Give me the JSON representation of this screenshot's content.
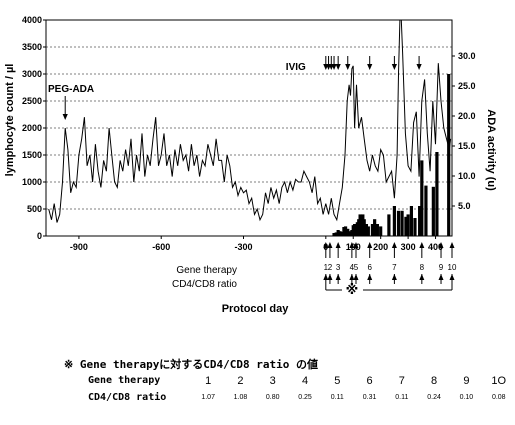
{
  "chart_data": {
    "type": "line",
    "xlabel": "Protocol day",
    "ylabel": "lymphocyte count / µl",
    "y2label": "ADA activity (u)",
    "xlim": [
      -1020,
      460
    ],
    "ylim": [
      0,
      4000
    ],
    "y2lim": [
      0,
      36
    ],
    "x_ticks": [
      -900,
      -600,
      -300,
      0,
      100,
      200,
      300,
      400
    ],
    "y_ticks": [
      0,
      500,
      1000,
      1500,
      2000,
      2500,
      3000,
      3500,
      4000
    ],
    "y2_ticks": [
      5.0,
      10.0,
      15.0,
      20.0,
      25.0,
      30.0
    ],
    "y2_ticks_text": [
      "5.0",
      "10.0",
      "15.0",
      "20.0",
      "25.0",
      "30.0"
    ],
    "grid": "horizontal",
    "series": [
      {
        "name": "lymphocyte count",
        "style": "line",
        "points": [
          [
            -1010,
            500
          ],
          [
            -1000,
            300
          ],
          [
            -990,
            600
          ],
          [
            -980,
            250
          ],
          [
            -970,
            400
          ],
          [
            -960,
            1000
          ],
          [
            -950,
            2000
          ],
          [
            -940,
            1600
          ],
          [
            -930,
            800
          ],
          [
            -920,
            1000
          ],
          [
            -910,
            900
          ],
          [
            -900,
            1500
          ],
          [
            -890,
            1800
          ],
          [
            -880,
            2200
          ],
          [
            -870,
            1300
          ],
          [
            -860,
            1500
          ],
          [
            -850,
            1000
          ],
          [
            -840,
            1700
          ],
          [
            -830,
            1200
          ],
          [
            -820,
            900
          ],
          [
            -810,
            1400
          ],
          [
            -800,
            1200
          ],
          [
            -790,
            2000
          ],
          [
            -780,
            1500
          ],
          [
            -770,
            1000
          ],
          [
            -760,
            900
          ],
          [
            -750,
            1400
          ],
          [
            -740,
            1200
          ],
          [
            -730,
            1600
          ],
          [
            -720,
            1300
          ],
          [
            -710,
            1800
          ],
          [
            -700,
            1000
          ],
          [
            -690,
            1500
          ],
          [
            -680,
            1200
          ],
          [
            -670,
            1900
          ],
          [
            -660,
            1100
          ],
          [
            -650,
            1500
          ],
          [
            -640,
            1300
          ],
          [
            -630,
            1800
          ],
          [
            -620,
            2200
          ],
          [
            -610,
            1300
          ],
          [
            -600,
            1500
          ],
          [
            -590,
            1900
          ],
          [
            -580,
            1300
          ],
          [
            -570,
            1500
          ],
          [
            -560,
            1100
          ],
          [
            -550,
            1600
          ],
          [
            -540,
            1300
          ],
          [
            -530,
            1700
          ],
          [
            -520,
            1400
          ],
          [
            -510,
            1500
          ],
          [
            -500,
            1200
          ],
          [
            -490,
            1700
          ],
          [
            -480,
            1300
          ],
          [
            -470,
            1500
          ],
          [
            -460,
            1100
          ],
          [
            -450,
            1400
          ],
          [
            -440,
            1300
          ],
          [
            -430,
            1700
          ],
          [
            -420,
            1500
          ],
          [
            -410,
            1300
          ],
          [
            -400,
            1800
          ],
          [
            -390,
            1400
          ],
          [
            -380,
            1400
          ],
          [
            -370,
            1000
          ],
          [
            -360,
            1500
          ],
          [
            -350,
            1300
          ],
          [
            -340,
            900
          ],
          [
            -330,
            1000
          ],
          [
            -320,
            750
          ],
          [
            -310,
            900
          ],
          [
            -300,
            800
          ],
          [
            -290,
            850
          ],
          [
            -280,
            600
          ],
          [
            -270,
            700
          ],
          [
            -260,
            400
          ],
          [
            -250,
            500
          ],
          [
            -240,
            300
          ],
          [
            -230,
            400
          ],
          [
            -220,
            800
          ],
          [
            -210,
            600
          ],
          [
            -200,
            900
          ],
          [
            -190,
            700
          ],
          [
            -180,
            850
          ],
          [
            -170,
            600
          ],
          [
            -160,
            900
          ],
          [
            -150,
            1000
          ],
          [
            -140,
            800
          ],
          [
            -130,
            1000
          ],
          [
            -120,
            850
          ],
          [
            -110,
            1050
          ],
          [
            -100,
            1000
          ],
          [
            -90,
            1000
          ],
          [
            -80,
            1200
          ],
          [
            -70,
            1100
          ],
          [
            -60,
            1000
          ],
          [
            -50,
            800
          ],
          [
            -40,
            1100
          ],
          [
            -30,
            600
          ],
          [
            -20,
            700
          ],
          [
            -10,
            400
          ],
          [
            0,
            600
          ],
          [
            10,
            400
          ],
          [
            20,
            700
          ],
          [
            30,
            400
          ],
          [
            40,
            300
          ],
          [
            50,
            600
          ],
          [
            60,
            900
          ],
          [
            70,
            1500
          ],
          [
            78,
            2500
          ],
          [
            85,
            2800
          ],
          [
            90,
            2600
          ],
          [
            95,
            3100
          ],
          [
            100,
            3150
          ],
          [
            105,
            2000
          ],
          [
            112,
            2800
          ],
          [
            120,
            2000
          ],
          [
            130,
            2200
          ],
          [
            140,
            1800
          ],
          [
            150,
            1400
          ],
          [
            160,
            1200
          ],
          [
            170,
            1500
          ],
          [
            180,
            1300
          ],
          [
            190,
            1200
          ],
          [
            200,
            1600
          ],
          [
            210,
            1500
          ],
          [
            220,
            1000
          ],
          [
            230,
            1100
          ],
          [
            240,
            1200
          ],
          [
            250,
            700
          ],
          [
            260,
            1500
          ],
          [
            265,
            3000
          ],
          [
            270,
            4000
          ],
          [
            275,
            4000
          ],
          [
            280,
            3400
          ],
          [
            290,
            1900
          ],
          [
            300,
            1300
          ],
          [
            310,
            1200
          ],
          [
            320,
            2100
          ],
          [
            330,
            2300
          ],
          [
            340,
            1100
          ],
          [
            350,
            2500
          ],
          [
            360,
            2900
          ],
          [
            370,
            1900
          ],
          [
            380,
            1200
          ],
          [
            390,
            2500
          ],
          [
            400,
            1700
          ],
          [
            410,
            3200
          ],
          [
            420,
            2500
          ],
          [
            430,
            2000
          ],
          [
            440,
            1800
          ],
          [
            450,
            1600
          ],
          [
            455,
            1800
          ]
        ]
      },
      {
        "name": "ADA activity",
        "style": "bar",
        "axis": "y2",
        "points": [
          [
            30,
            0.5
          ],
          [
            38,
            0.6
          ],
          [
            45,
            1.0
          ],
          [
            52,
            0.8
          ],
          [
            60,
            0.7
          ],
          [
            66,
            1.5
          ],
          [
            72,
            1.6
          ],
          [
            80,
            1.2
          ],
          [
            88,
            0.8
          ],
          [
            95,
            1.0
          ],
          [
            100,
            1.8
          ],
          [
            105,
            2.0
          ],
          [
            110,
            2.0
          ],
          [
            115,
            2.3
          ],
          [
            120,
            2.8
          ],
          [
            125,
            3.6
          ],
          [
            130,
            3.2
          ],
          [
            135,
            3.6
          ],
          [
            140,
            2.8
          ],
          [
            148,
            2.0
          ],
          [
            155,
            1.6
          ],
          [
            170,
            2.0
          ],
          [
            178,
            2.8
          ],
          [
            188,
            2.0
          ],
          [
            200,
            1.6
          ],
          [
            230,
            3.6
          ],
          [
            250,
            5.0
          ],
          [
            265,
            4.2
          ],
          [
            278,
            4.2
          ],
          [
            292,
            3.2
          ],
          [
            300,
            3.6
          ],
          [
            312,
            5.0
          ],
          [
            325,
            3.0
          ],
          [
            342,
            5.0
          ],
          [
            350,
            12.6
          ],
          [
            365,
            8.4
          ],
          [
            392,
            8.2
          ],
          [
            405,
            14.0
          ],
          [
            448,
            27.0
          ]
        ]
      }
    ],
    "annotations": {
      "peg_ada": {
        "label": "PEG-ADA",
        "x": -950
      },
      "ivig": {
        "label": "IVIG",
        "x_arrows": [
          0,
          10,
          20,
          30,
          45,
          80,
          160,
          250,
          340
        ]
      },
      "gene_therapy_days": [
        0,
        15,
        45,
        95,
        110,
        160,
        250,
        350,
        420,
        460
      ]
    }
  },
  "labels": {
    "gene_therapy": "Gene therapy",
    "cd4cd8_ratio": "CD4/CD8 ratio",
    "bracket_mark": "※",
    "gt_numbers": [
      "1",
      "2",
      "3",
      "4",
      "5",
      "6",
      "7",
      "8",
      "9",
      "10"
    ]
  },
  "note": {
    "title": "※ Gene therapyに対するCD4/CD8 ratio の値",
    "header_label": "Gene therapy",
    "ratio_label": "CD4/CD8 ratio",
    "therapies": [
      "1",
      "2",
      "3",
      "4",
      "5",
      "6",
      "7",
      "8",
      "9",
      "1O"
    ],
    "ratios": [
      "1.07",
      "1.08",
      "0.80",
      "0.25",
      "0.11",
      "0.31",
      "0.11",
      "0.24",
      "0.10",
      "0.08"
    ]
  }
}
